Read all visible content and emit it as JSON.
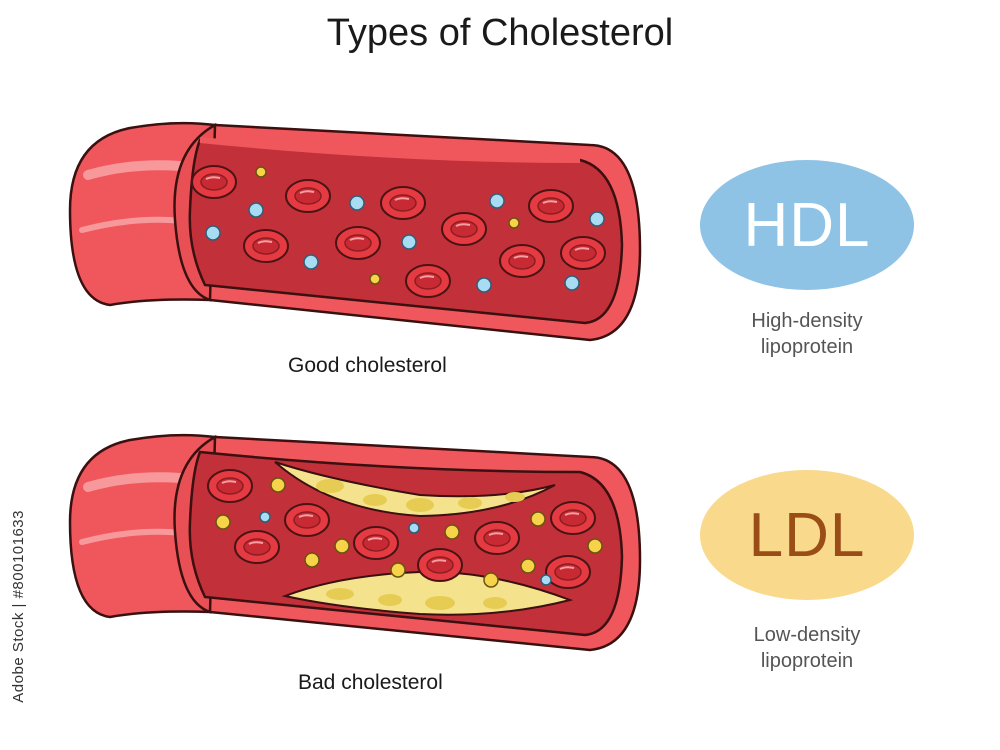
{
  "title": "Types of Cholesterol",
  "sections": {
    "hdl": {
      "caption": "Good cholesterol",
      "badge": "HDL",
      "description_line1": "High-density",
      "description_line2": "lipoprotein",
      "badge_color": "#8ec3e6",
      "text_color": "#ffffff"
    },
    "ldl": {
      "caption": "Bad cholesterol",
      "badge": "LDL",
      "description_line1": "Low-density",
      "description_line2": "lipoprotein",
      "badge_color": "#f9d98c",
      "text_color": "#9a4d16"
    }
  },
  "colors": {
    "vessel_outer": "#f0575c",
    "vessel_inner": "#c2303a",
    "red_blood_cell": "#e63a42",
    "hdl_particle": "#a8dcf2",
    "ldl_particle": "#f6d348",
    "plaque": "#f4e38c"
  },
  "watermark": {
    "stock_id": "Adobe Stock | #800101633"
  }
}
